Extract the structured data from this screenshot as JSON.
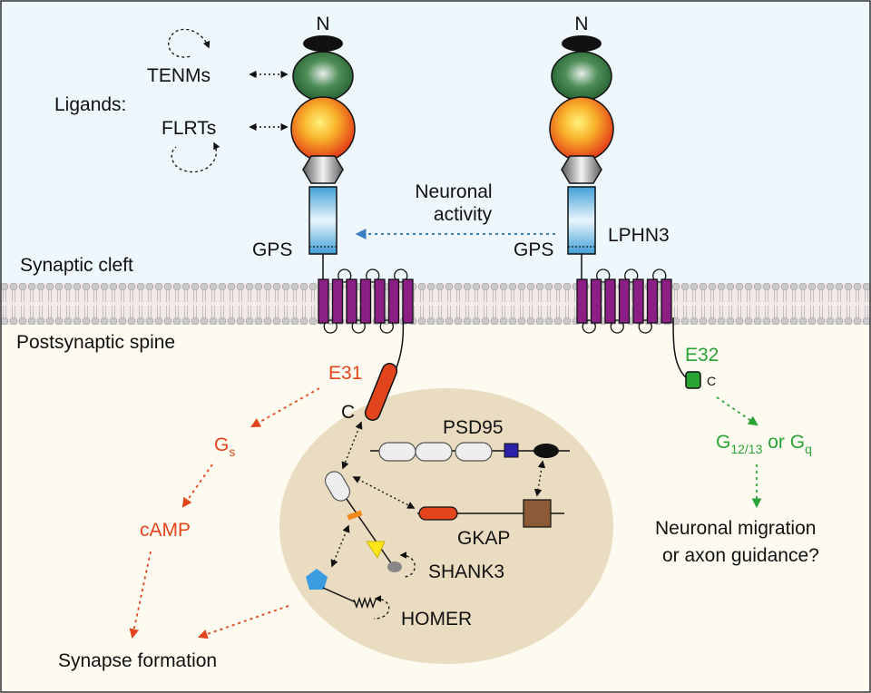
{
  "labels": {
    "n_left": "N",
    "n_right": "N",
    "tenms": "TENMs",
    "ligands": "Ligands:",
    "flrts": "FLRTs",
    "neuronal": "Neuronal",
    "activity": "activity",
    "gps_left": "GPS",
    "gps_right": "GPS",
    "lphn3": "LPHN3",
    "synaptic_cleft": "Synaptic cleft",
    "postsynaptic_spine": "Postsynaptic spine",
    "e31": "E31",
    "c_left": "C",
    "e32": "E32",
    "c_right": "C",
    "psd95": "PSD95",
    "gkap": "GKAP",
    "shank3": "SHANK3",
    "homer": "HOMER",
    "gs_main": "G",
    "gs_sub": "s",
    "camp": "cAMP",
    "synapse_formation": "Synapse formation",
    "g1213_main": "G",
    "g1213_sub": "12/13",
    "or": " or G",
    "gq_sub": "q",
    "neuronal_migration": "Neuronal migration",
    "axon_guidance": "or axon guidance?"
  },
  "colors": {
    "cleft_bg": "#eef7fb",
    "spine_bg": "#fdfaef",
    "psd_bg": "#e9dcc1",
    "receptor_tm": "#8b1f86",
    "e31_red": "#e2451c",
    "e32_green": "#2aa336",
    "activity_blue": "#3a7fc4"
  }
}
